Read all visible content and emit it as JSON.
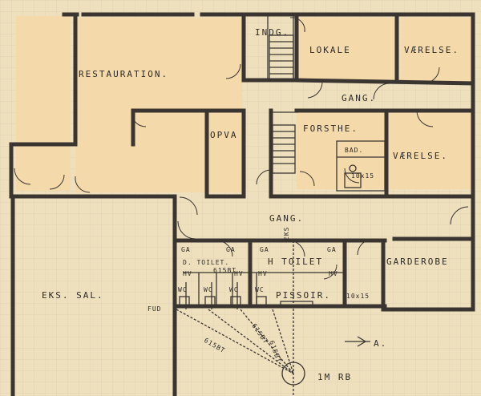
{
  "colors": {
    "paper": "#eee0bd",
    "room_fill": "#f4d9aa",
    "ink": "#3a3530",
    "grid": "#d7c9a7"
  },
  "rooms": {
    "indg": "INDG.",
    "lokale": "LOKALE",
    "vaerelse_top": "VÆRELSE.",
    "restauration": "RESTAURATION.",
    "gang_top": "GANG.",
    "forsthe": "FORSTHE.",
    "opva": "OPVA",
    "bad": "BAD.",
    "vaerelse_mid": "VÆRELSE.",
    "gang_mid": "GANG.",
    "eks_sal": "EKS. SAL.",
    "d_toilet": "D. TOILET.",
    "h_toilet": "H TOILET",
    "garderobe": "GARDEROBE",
    "pissoir": "PISSOIR.",
    "mrb": "1M RB"
  },
  "annotations": {
    "ga_1": "GA",
    "ga_2": "GA",
    "ga_3": "GA",
    "ga_4": "GA",
    "hv_1": "HV",
    "hv_2": "HV",
    "hv_3": "HV",
    "hv_4": "HV",
    "wc_1": "WC",
    "wc_2": "WC",
    "wc_3": "WC",
    "wc_4": "WC",
    "dim_bad": "10x15",
    "dim_pissoir": "10x15",
    "dim_toilet": "615BT",
    "eks": "EKS",
    "fud": "FUD",
    "pipe_1": "615BT",
    "pipe_2": "615BT",
    "pipe_3": "615BT",
    "arrow_a": "A."
  }
}
